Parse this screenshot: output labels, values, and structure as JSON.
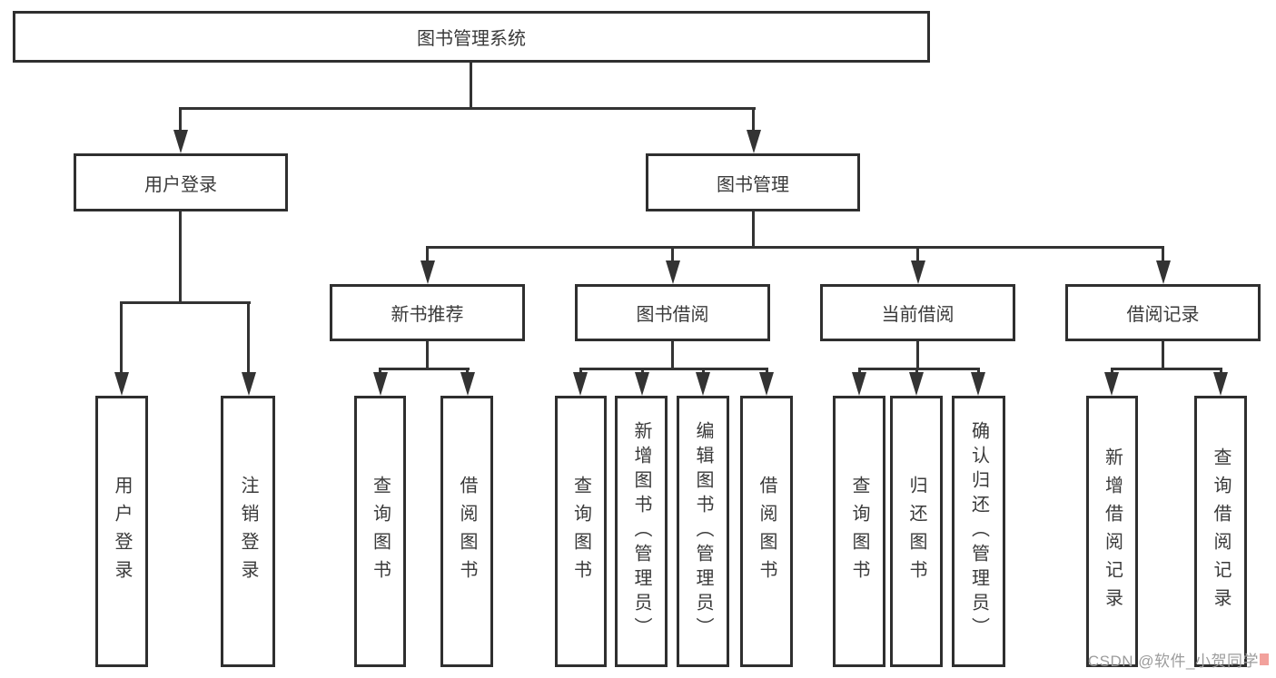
{
  "tree": {
    "root": "图书管理系统",
    "level2": [
      {
        "label": "用户登录"
      },
      {
        "label": "图书管理"
      }
    ],
    "level3": [
      {
        "label": "新书推荐"
      },
      {
        "label": "图书借阅"
      },
      {
        "label": "当前借阅"
      },
      {
        "label": "借阅记录"
      }
    ],
    "leaves": [
      "用户登录",
      "注销登录",
      "查询图书",
      "借阅图书",
      "查询图书",
      "新增图书（管理员）",
      "编辑图书（管理员）",
      "借阅图书",
      "查询图书",
      "归还图书",
      "确认归还（管理员）",
      "新增借阅记录",
      "查询借阅记录"
    ]
  },
  "watermark": {
    "text": "CSDN @软件_小贺同学"
  },
  "colors": {
    "line": "#333333",
    "box_border": "#2f2f2f",
    "text": "#3a3a3a",
    "watermark": "#9c9c9c",
    "watermark_accent": "#f2a19c",
    "background": "#ffffff"
  }
}
